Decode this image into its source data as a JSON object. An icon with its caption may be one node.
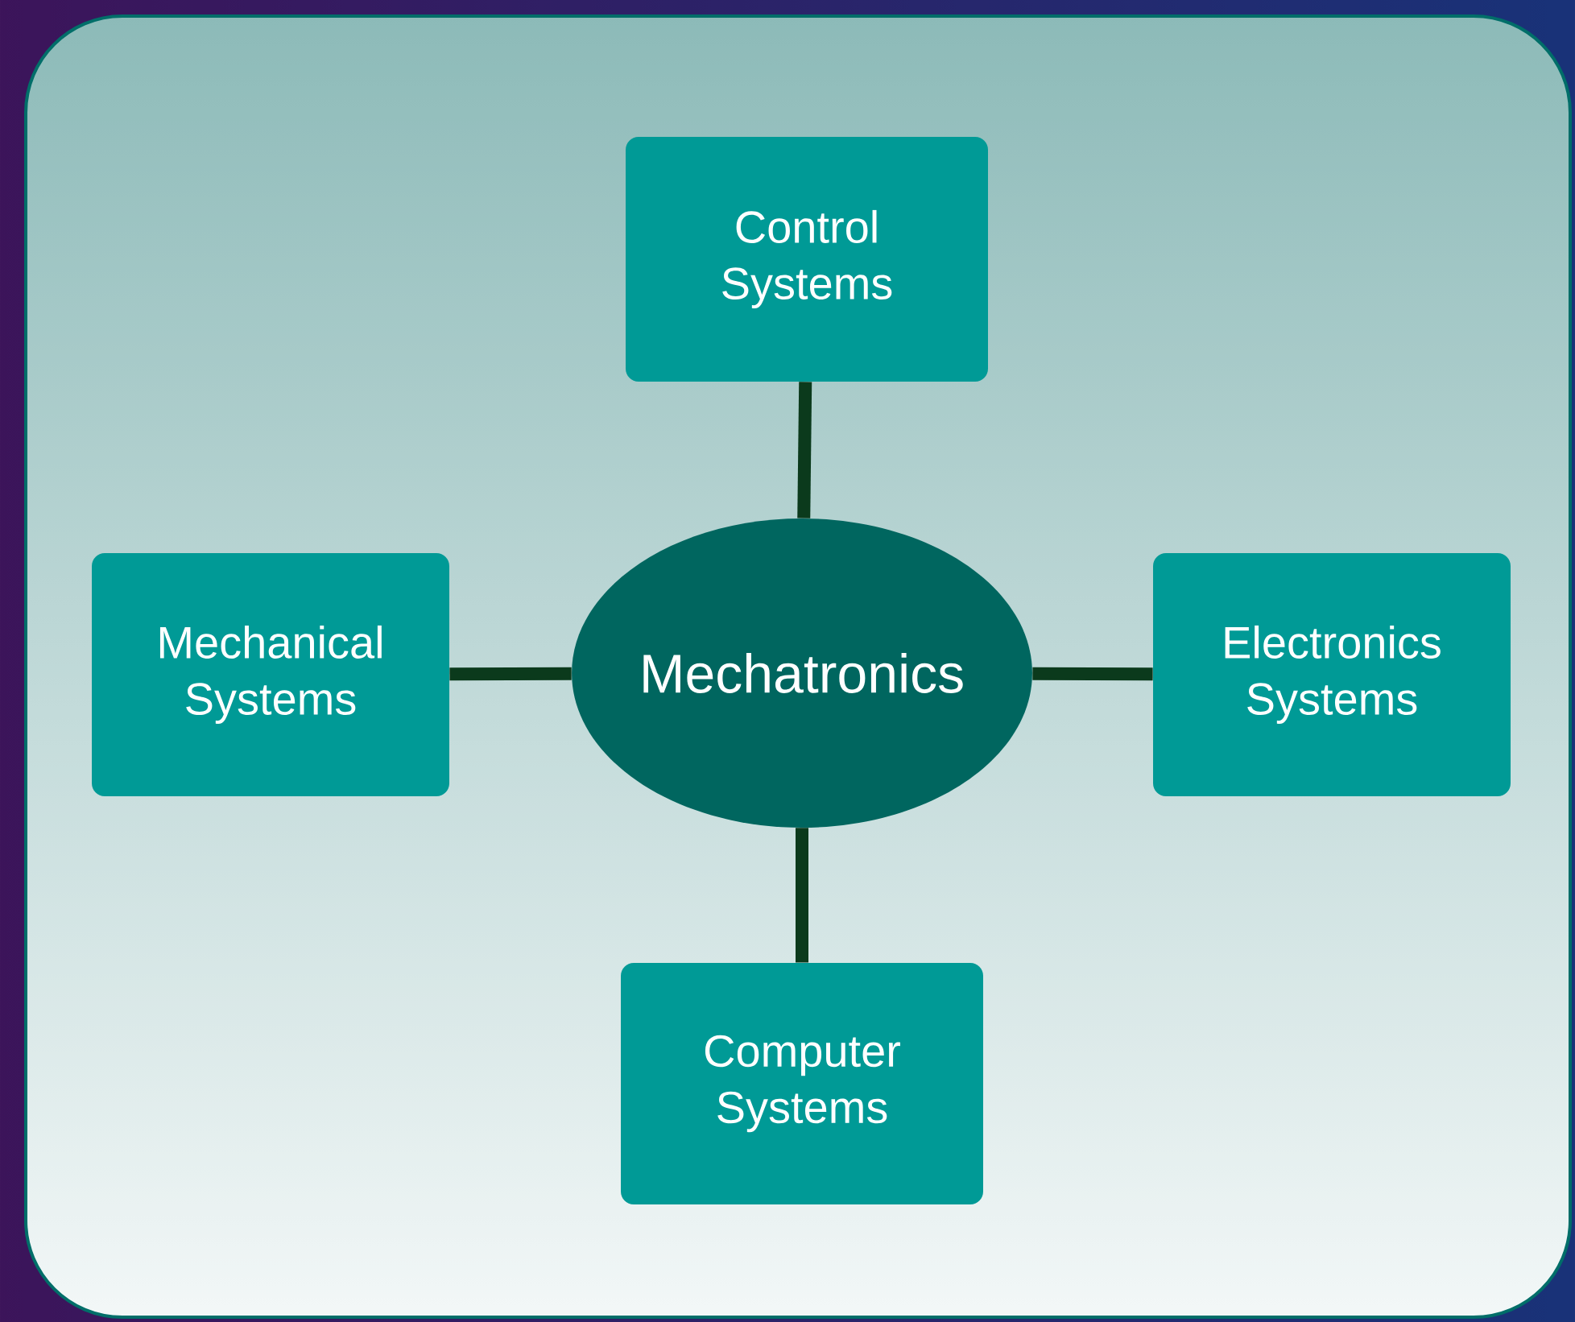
{
  "diagram": {
    "nodes": [
      {
        "text": [
          "Control Systems"
        ]
      },
      {
        "text": [
          "Mechanical Systems"
        ]
      },
      {
        "text": [
          "Mechatronics"
        ]
      },
      {
        "text": [
          "Electronics Systems"
        ]
      },
      {
        "text": [
          "Computer Systems"
        ]
      }
    ],
    "edges": [
      {
        "from": 2,
        "to": 0,
        "arrow": "none"
      },
      {
        "from": 2,
        "to": 1,
        "arrow": "none"
      },
      {
        "from": 2,
        "to": 3,
        "arrow": "none"
      },
      {
        "from": 2,
        "to": 4,
        "arrow": "none"
      }
    ]
  }
}
